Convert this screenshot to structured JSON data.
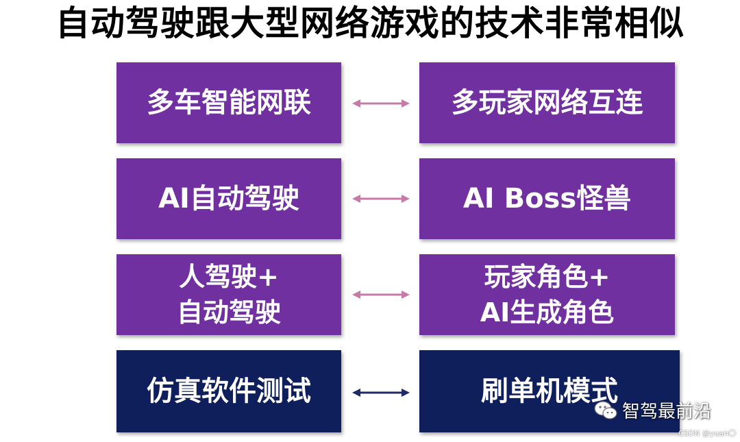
{
  "title": "自动驾驶跟大型网络游戏的技术非常相似",
  "rows": [
    {
      "left": [
        "多车智能网联"
      ],
      "right": [
        "多玩家网络互连"
      ]
    },
    {
      "left": [
        "AI自动驾驶"
      ],
      "right": [
        "AI Boss怪兽"
      ]
    },
    {
      "left": [
        "人驾驶+",
        "自动驾驶"
      ],
      "right": [
        "玩家角色+",
        "AI生成角色"
      ]
    },
    {
      "left": [
        "仿真软件测试"
      ],
      "right": [
        "刷单机模式"
      ]
    }
  ],
  "colors": {
    "purple": "#7030a0",
    "navy": "#0f1f5c",
    "arrow_pink": "#c77aa8",
    "arrow_navy": "#1f2a6b"
  },
  "watermark": {
    "icon": "wechat-icon",
    "text": "智驾最前沿"
  },
  "csdn": "CSDN @yuan〇"
}
